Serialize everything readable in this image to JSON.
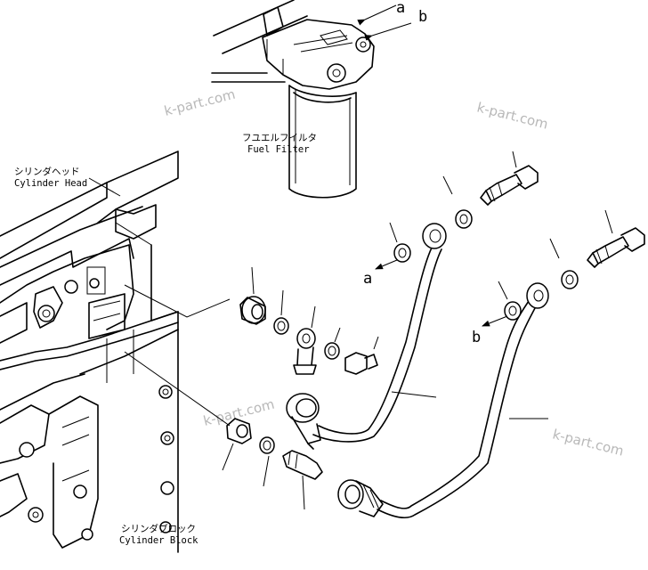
{
  "labels": {
    "fuel_filter_jp": "フユエルフイルタ",
    "fuel_filter_en": "Fuel Filter",
    "cylinder_head_jp": "シリンダヘッド",
    "cylinder_head_en": "Cylinder Head",
    "cylinder_block_jp": "シリンダブロック",
    "cylinder_block_en": "Cylinder Block"
  },
  "connection_marks": {
    "a": "a",
    "b": "b"
  },
  "watermarks": [
    "k-part.com",
    "k-part.com",
    "k-part.com",
    "k-part.com"
  ]
}
